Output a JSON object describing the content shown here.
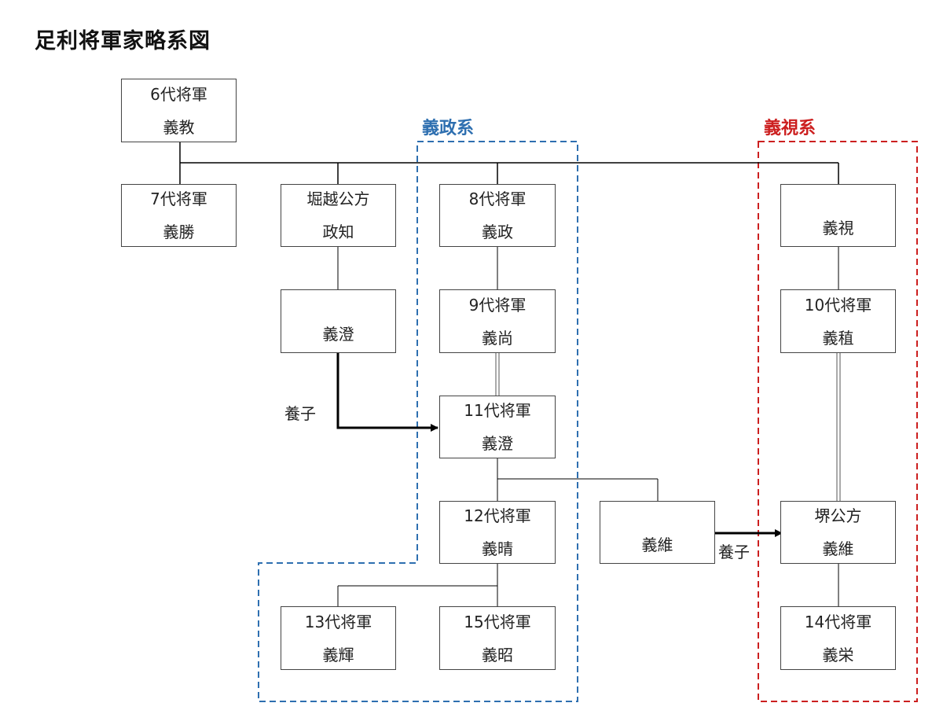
{
  "title": "足利将軍家略系図",
  "groups": {
    "yoshimasa": {
      "label": "義政系",
      "color": "#2e6fb0"
    },
    "yoshimi": {
      "label": "義視系",
      "color": "#cc1f1f"
    }
  },
  "nodes": {
    "n6": {
      "rank": "6代将軍",
      "name": "義教"
    },
    "n7": {
      "rank": "7代将軍",
      "name": "義勝"
    },
    "horigoe": {
      "rank": "堀越公方",
      "name": "政知"
    },
    "n8": {
      "rank": "8代将軍",
      "name": "義政"
    },
    "yoshimi": {
      "rank": "",
      "name": "義視"
    },
    "yoshizumi": {
      "rank": "",
      "name": "義澄"
    },
    "n9": {
      "rank": "9代将軍",
      "name": "義尚"
    },
    "n10": {
      "rank": "10代将軍",
      "name": "義稙"
    },
    "n11": {
      "rank": "11代将軍",
      "name": "義澄"
    },
    "n12": {
      "rank": "12代将軍",
      "name": "義晴"
    },
    "yoshitsuna": {
      "rank": "",
      "name": "義維"
    },
    "sakai": {
      "rank": "堺公方",
      "name": "義維"
    },
    "n13": {
      "rank": "13代将軍",
      "name": "義輝"
    },
    "n15": {
      "rank": "15代将軍",
      "name": "義昭"
    },
    "n14": {
      "rank": "14代将軍",
      "name": "義栄"
    }
  },
  "notes": {
    "adoption1": "養子",
    "adoption2": "養子"
  }
}
